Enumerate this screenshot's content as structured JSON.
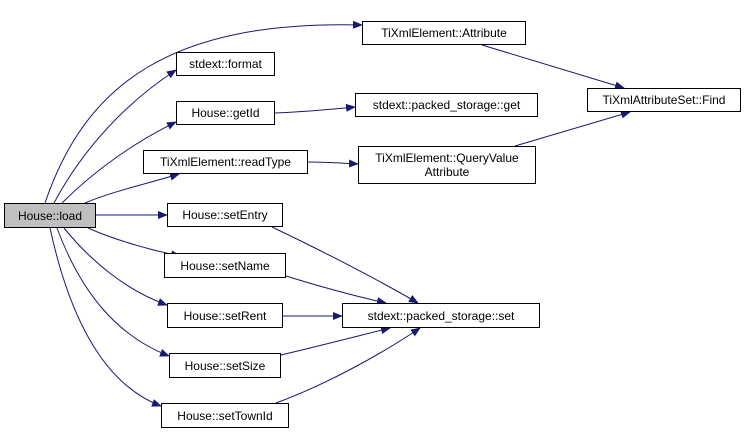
{
  "graph": {
    "edge_color": "#191970",
    "root_fill": "#bfbfbf",
    "nodes": {
      "load": {
        "label": "House::load"
      },
      "attribute": {
        "label": "TiXmlElement::Attribute"
      },
      "find": {
        "label": "TiXmlAttributeSet::Find"
      },
      "format": {
        "label": "stdext::format"
      },
      "getid": {
        "label": "House::getId"
      },
      "psget": {
        "label": "stdext::packed_storage::get"
      },
      "readtype": {
        "label": "TiXmlElement::readType"
      },
      "query": {
        "label_line1": "TiXmlElement::QueryValue",
        "label_line2": "Attribute"
      },
      "setentry": {
        "label": "House::setEntry"
      },
      "setname": {
        "label": "House::setName"
      },
      "setrent": {
        "label": "House::setRent"
      },
      "psset": {
        "label": "stdext::packed_storage::set"
      },
      "setsize": {
        "label": "House::setSize"
      },
      "settownid": {
        "label": "House::setTownId"
      }
    },
    "edges": [
      {
        "from": "load",
        "to": "attribute"
      },
      {
        "from": "load",
        "to": "format"
      },
      {
        "from": "load",
        "to": "getid"
      },
      {
        "from": "load",
        "to": "readtype"
      },
      {
        "from": "load",
        "to": "setentry"
      },
      {
        "from": "load",
        "to": "setname"
      },
      {
        "from": "load",
        "to": "setrent"
      },
      {
        "from": "load",
        "to": "setsize"
      },
      {
        "from": "load",
        "to": "settownid"
      },
      {
        "from": "attribute",
        "to": "find"
      },
      {
        "from": "getid",
        "to": "psget"
      },
      {
        "from": "readtype",
        "to": "query"
      },
      {
        "from": "query",
        "to": "find"
      },
      {
        "from": "setentry",
        "to": "psset"
      },
      {
        "from": "setname",
        "to": "psset"
      },
      {
        "from": "setrent",
        "to": "psset"
      },
      {
        "from": "setsize",
        "to": "psset"
      },
      {
        "from": "settownid",
        "to": "psset"
      }
    ]
  }
}
